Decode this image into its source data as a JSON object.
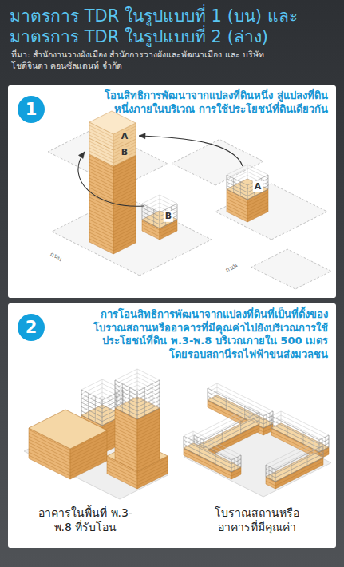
{
  "diagram": {
    "title": "มาตรการ TDR ในรูปแบบที่ 1 (บน) และ มาตรการ TDR ในรูปแบบที่ 2 (ล่าง)",
    "caption": "ที่มา: สำนักงานวางผังเมือง สำนักการวางผังและพัฒนาเมือง และ บริษัท โชติจินดา คอนซัลแตนท์ จำกัด",
    "nodes": [
      {
        "text": [
          "โอนสิทธิการพัฒนาจากแปลงที่ดินหนึ่ง สู่แปลงที่ดินหนึ่งภายในบริเวณ การใช้ประโยชน์ที่ดินเดียวกัน"
        ]
      },
      {
        "text": [
          "1"
        ],
        "in": 0
      },
      {
        "text": [
          "การโอนสิทธิการพัฒนาจากแปลงที่ดินที่เป็นที่ตั้งของ โบราณสถานหรืออาคารที่มีคุณค่าไปยังบริเวณการใช้ ประโยชน์ที่ดิน พ.3-พ.8 บริเวณภายใน 500 เมตร โดยรอบสถานีรถไฟฟ้าขนส่งมวลชน"
        ]
      },
      {
        "text": [
          "2"
        ],
        "in": 2
      }
    ],
    "labels": [
      "A",
      "B",
      "A",
      "B",
      "ถนน",
      "ถนน",
      "อาคารในพื้นที่ พ.3-พ.8 ที่รับโอน",
      "โบราณสถานหรือ อาคารที่มีคุณค่า"
    ]
  }
}
